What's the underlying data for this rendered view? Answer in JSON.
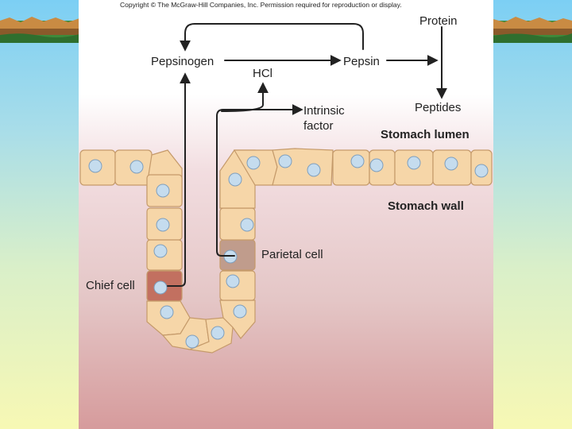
{
  "copyright": "Copyright © The McGraw-Hill Companies, Inc. Permission required for reproduction or display.",
  "labels": {
    "protein": "Protein",
    "pepsinogen": "Pepsinogen",
    "pepsin": "Pepsin",
    "hcl": "HCl",
    "peptides": "Peptides",
    "intrinsic_factor_line1": "Intrinsic",
    "intrinsic_factor_line2": "factor",
    "stomach_lumen": "Stomach lumen",
    "stomach_wall": "Stomach wall",
    "parietal_cell": "Parietal cell",
    "chief_cell": "Chief cell"
  },
  "colors": {
    "cell_fill": "#f6d6a8",
    "cell_stroke": "#c59a6a",
    "nucleus_fill": "#c5dcee",
    "nucleus_stroke": "#7f9fbd",
    "chief_cell_fill": "#c27060",
    "parietal_cell_fill": "#c09c8c",
    "arrow": "#222222"
  }
}
